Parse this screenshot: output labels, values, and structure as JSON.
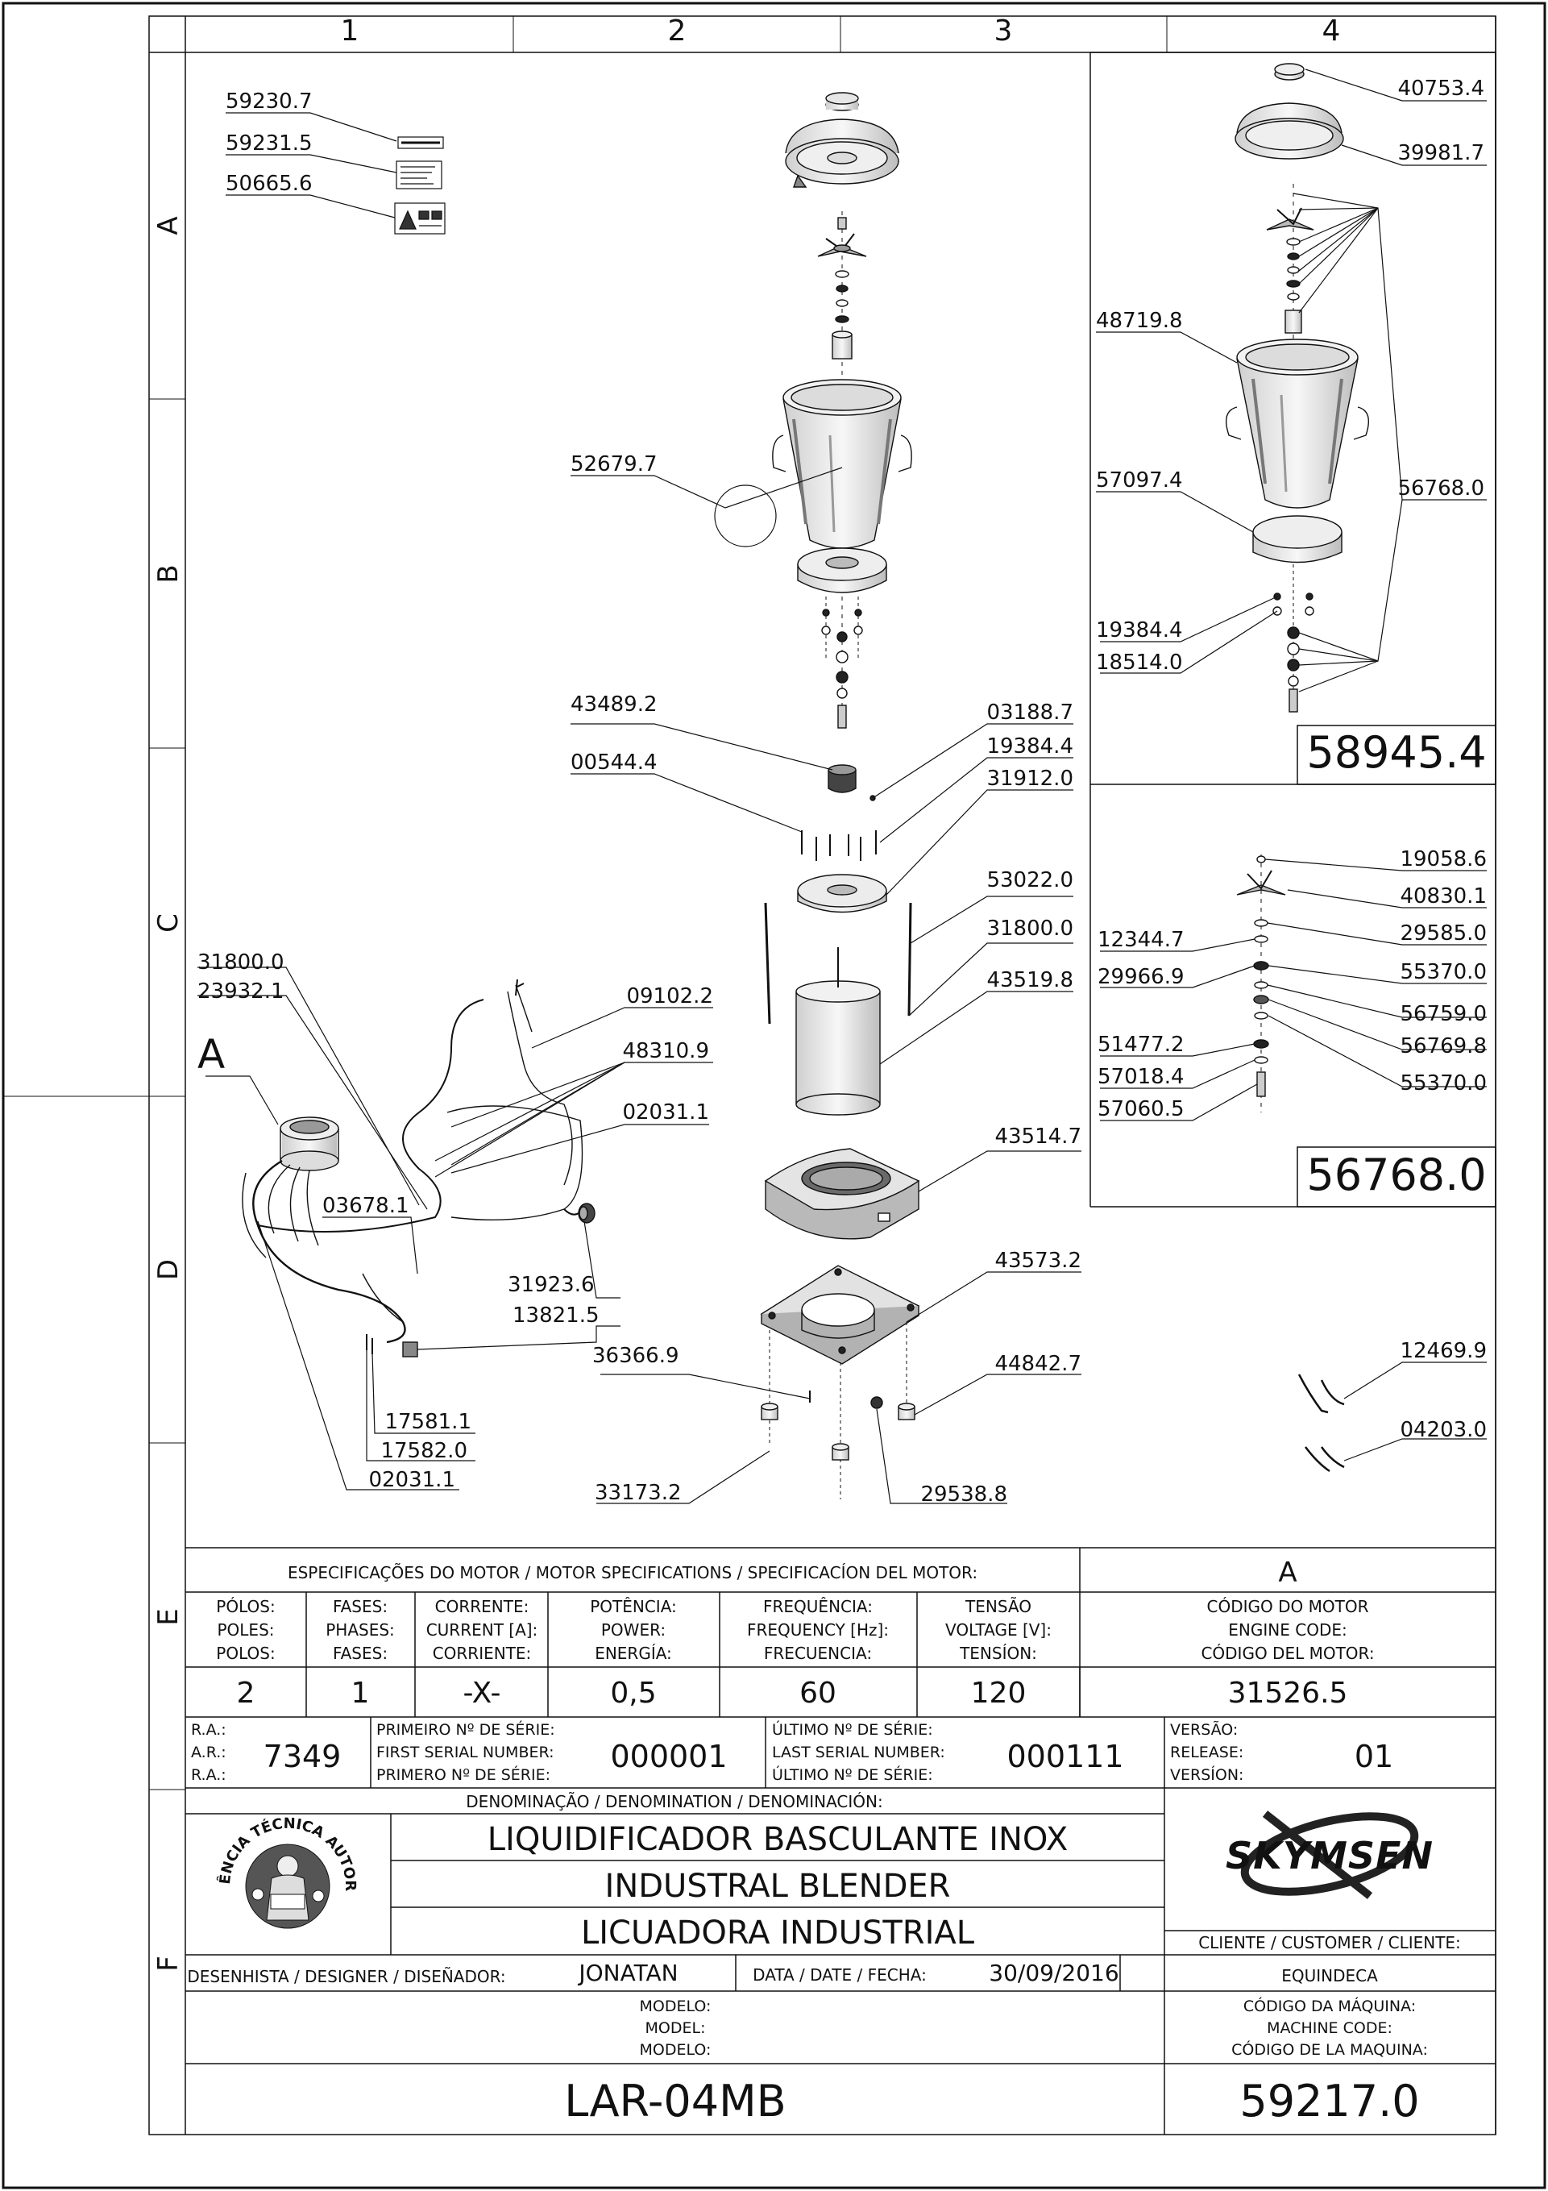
{
  "grid": {
    "columns": [
      "1",
      "2",
      "3",
      "4"
    ],
    "rows": [
      "A",
      "B",
      "C",
      "D",
      "E",
      "F"
    ]
  },
  "labels_sheet": {
    "items": [
      "59230.7",
      "59231.5",
      "50665.6"
    ]
  },
  "main_parts": {
    "p52679_7": "52679.7",
    "p43489_2": "43489.2",
    "p00544_4": "00544.4",
    "p03188_7": "03188.7",
    "p19384_4": "19384.4",
    "p31912_0": "31912.0",
    "p53022_0": "53022.0",
    "p31800_0r": "31800.0",
    "p43519_8": "43519.8",
    "p43514_7": "43514.7",
    "p43573_2": "43573.2",
    "p44842_7": "44842.7",
    "p36366_9": "36366.9",
    "p33173_2": "33173.2",
    "p29538_8": "29538.8"
  },
  "wiring": {
    "detail_letter": "A",
    "p31800_0": "31800.0",
    "p23932_1": "23932.1",
    "p09102_2": "09102.2",
    "p48310_9": "48310.9",
    "p02031_1a": "02031.1",
    "p03678_1": "03678.1",
    "p31923_6": "31923.6",
    "p13821_5": "13821.5",
    "p17581_1": "17581.1",
    "p17582_0": "17582.0",
    "p02031_1b": "02031.1"
  },
  "jar_assembly": {
    "p40753_4": "40753.4",
    "p39981_7": "39981.7",
    "p48719_8": "48719.8",
    "p57097_4": "57097.4",
    "p56768_0": "56768.0",
    "p19384_4": "19384.4",
    "p18514_0": "18514.0",
    "code": "58945.4"
  },
  "blade_assembly": {
    "p19058_6": "19058.6",
    "p40830_1": "40830.1",
    "p29585_0": "29585.0",
    "p12344_7": "12344.7",
    "p29966_9": "29966.9",
    "p55370_0a": "55370.0",
    "p56759_0": "56759.0",
    "p56769_8": "56769.8",
    "p51477_2": "51477.2",
    "p57018_4": "57018.4",
    "p57060_5": "57060.5",
    "p55370_0b": "55370.0",
    "code": "56768.0"
  },
  "misc": {
    "p12469_9": "12469.9",
    "p04203_0": "04203.0"
  },
  "specs": {
    "title": "ESPECIFICAÇÕES DO MOTOR / MOTOR SPECIFICATIONS / SPECIFICACÍON DEL MOTOR:",
    "col_a_letter": "A",
    "headers": [
      [
        "PÓLOS:",
        "POLES:",
        "POLOS:"
      ],
      [
        "FASES:",
        "PHASES:",
        "FASES:"
      ],
      [
        "CORRENTE:",
        "CURRENT [A]:",
        "CORRIENTE:"
      ],
      [
        "POTÊNCIA:",
        "POWER:",
        "ENERGÍA:"
      ],
      [
        "FREQUÊNCIA:",
        "FREQUENCY [Hz]:",
        "FRECUENCIA:"
      ],
      [
        "TENSÃO",
        "VOLTAGE [V]:",
        "TENSÍON:"
      ],
      [
        "CÓDIGO DO MOTOR",
        "ENGINE CODE:",
        "CÓDIGO DEL MOTOR:"
      ]
    ],
    "values": [
      "2",
      "1",
      "-X-",
      "0,5",
      "60",
      "120",
      "31526.5"
    ]
  },
  "serials": {
    "ra_labels": [
      "R.A.:",
      "A.R.:",
      "R.A.:"
    ],
    "ra_value": "7349",
    "first_labels": [
      "PRIMEIRO Nº DE SÉRIE:",
      "FIRST SERIAL NUMBER:",
      "PRIMERO Nº DE SÉRIE:"
    ],
    "first_value": "000001",
    "last_labels": [
      "ÚLTIMO Nº DE SÉRIE:",
      "LAST SERIAL NUMBER:",
      "ÚLTIMO Nº DE SÉRIE:"
    ],
    "last_value": "000111",
    "version_labels": [
      "VERSÃO:",
      "RELEASE:",
      "VERSÍON:"
    ],
    "version_value": "01"
  },
  "title_block": {
    "denomination_label": "DENOMINAÇÃO / DENOMINATION / DENOMINACIÓN:",
    "name_pt": "LIQUIDIFICADOR BASCULANTE INOX",
    "name_en": "INDUSTRAL BLENDER",
    "name_es": "LICUADORA INDUSTRIAL",
    "brand": "SKYMSEN",
    "seal_text": "ASSISTÊNCIA TÉCNICA AUTORIZADA",
    "client_label": "CLIENTE / CUSTOMER / CLIENTE:",
    "client_value": "EQUINDECA",
    "designer_label": "DESENHISTA / DESIGNER / DISEÑADOR:",
    "designer_value": "JONATAN",
    "date_label": "DATA / DATE / FECHA:",
    "date_value": "30/09/2016",
    "model_labels": [
      "MODELO:",
      "MODEL:",
      "MODELO:"
    ],
    "model_value": "LAR-04MB",
    "machine_code_labels": [
      "CÓDIGO DA MÁQUINA:",
      "MACHINE CODE:",
      "CÓDIGO DE LA MAQUINA:"
    ],
    "machine_code_value": "59217.0"
  },
  "colors": {
    "ink": "#111111",
    "fill": "#e8e8e8",
    "dark": "#555555"
  }
}
